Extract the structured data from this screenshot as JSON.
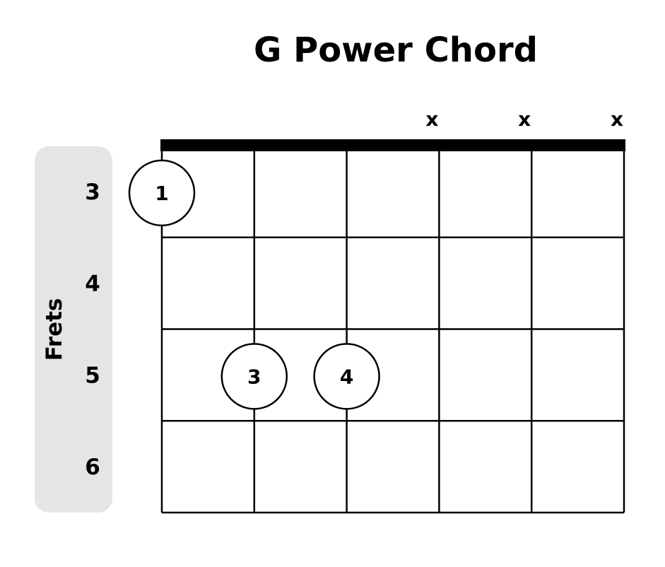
{
  "title": "G Power Chord",
  "frets_label": "Frets",
  "fret_numbers": [
    "3",
    "4",
    "5",
    "6"
  ],
  "strings": 6,
  "frets": 4,
  "string_markers": [
    {
      "string": 4,
      "label": "x"
    },
    {
      "string": 5,
      "label": "x"
    },
    {
      "string": 6,
      "label": "x"
    }
  ],
  "fingers": [
    {
      "string": 1,
      "fret": 1,
      "label": "1"
    },
    {
      "string": 2,
      "fret": 3,
      "label": "3"
    },
    {
      "string": 3,
      "fret": 3,
      "label": "4"
    }
  ],
  "colors": {
    "line": "#000000",
    "panel": "#e5e5e5",
    "dot_fill": "#ffffff"
  }
}
